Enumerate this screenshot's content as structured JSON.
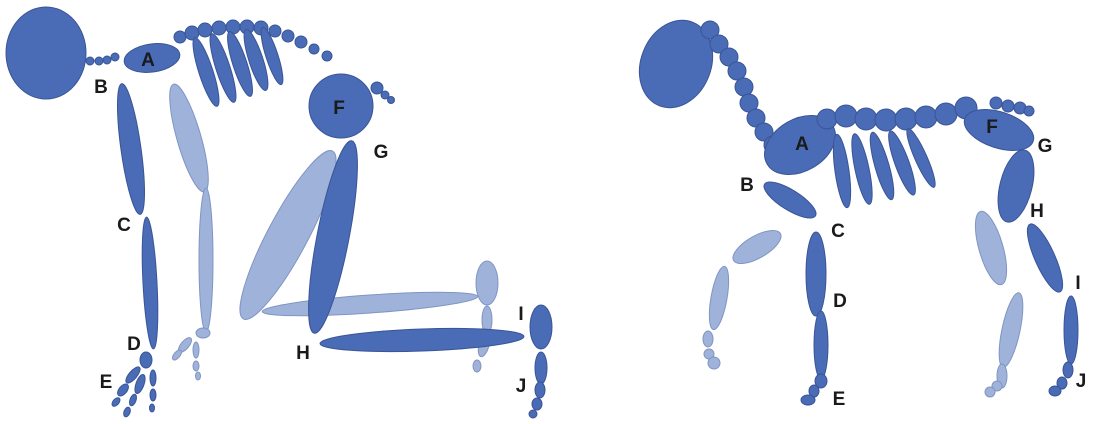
{
  "colors": {
    "dark": "#4a6bb5",
    "light": "#9fb2d9",
    "edge": "#3a5596",
    "edge_light": "#8095c4",
    "label": "#1a1a1a"
  },
  "left_figure": {
    "labels": {
      "A": "A",
      "B": "B",
      "C": "C",
      "D": "D",
      "E": "E",
      "F": "F",
      "G": "G",
      "H": "H",
      "I": "I",
      "J": "J"
    }
  },
  "right_figure": {
    "labels": {
      "A": "A",
      "B": "B",
      "C": "C",
      "D": "D",
      "E": "E",
      "F": "F",
      "G": "G",
      "H": "H",
      "I": "I",
      "J": "J"
    }
  }
}
